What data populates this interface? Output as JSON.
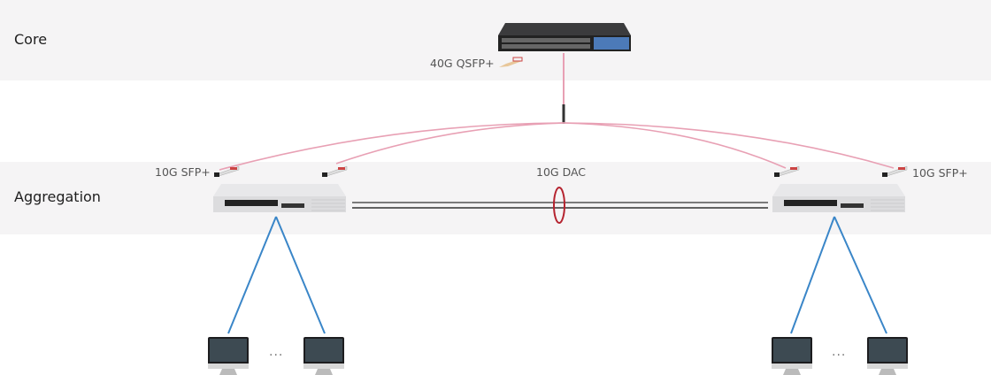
{
  "tiers": {
    "core": "Core",
    "aggregation": "Aggregation"
  },
  "labels": {
    "core_uplink": "40G QSFP+",
    "left_sfp": "10G SFP+",
    "right_sfp": "10G SFP+",
    "dac": "10G DAC",
    "left_ellipsis": "...",
    "right_ellipsis": "..."
  },
  "colors": {
    "band": "#f5f4f5",
    "fiber": "#e8a0b4",
    "dac_ring": "#b5232f",
    "access_link": "#3a86c8",
    "core_switch": "#2d2d2f",
    "agg_switch": "#e4e4e6"
  },
  "devices": {
    "core_switch": "core-switch",
    "agg_left": "aggregation-switch-left",
    "agg_right": "aggregation-switch-right",
    "pcs": [
      "pc-1",
      "pc-2",
      "pc-3",
      "pc-4"
    ]
  }
}
